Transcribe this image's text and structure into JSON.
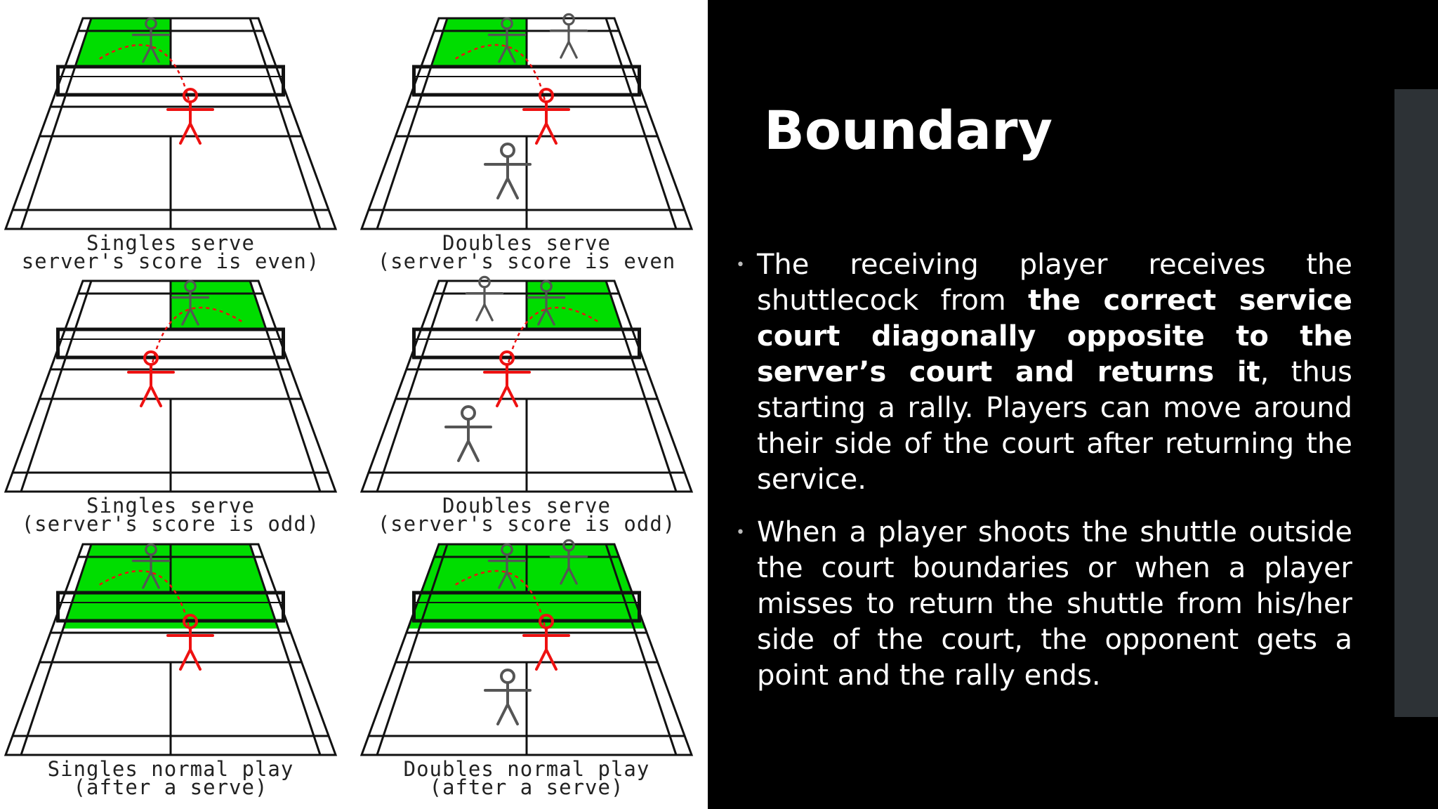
{
  "slide": {
    "title": "Boundary",
    "bullets": [
      {
        "parts": [
          {
            "text": "The receiving player receives the shuttlecock from ",
            "bold": false
          },
          {
            "text": "the correct service court diagonally opposite to the server’s court and returns it",
            "bold": true
          },
          {
            "text": ", thus starting a rally. Players can move around their side of the court after returning the service.",
            "bold": false
          }
        ]
      },
      {
        "parts": [
          {
            "text": "When a player shoots the shuttle outside the court boundaries or when a player misses to return the shuttle from his/her side of the court, the opponent gets a point and the rally ends.",
            "bold": false
          }
        ]
      }
    ]
  },
  "diagram": {
    "courts": [
      {
        "line1": "Singles serve",
        "line2": "server's score is even)",
        "highlight": "left-service",
        "receivers": 1,
        "partner": false
      },
      {
        "line1": "Doubles serve",
        "line2": "(server's score is even",
        "highlight": "left-service",
        "receivers": 2,
        "partner": true
      },
      {
        "line1": "Singles serve",
        "line2": "(server's score is odd)",
        "highlight": "right-service",
        "receivers": 1,
        "partner": false
      },
      {
        "line1": "Doubles serve",
        "line2": "(server's score is odd)",
        "highlight": "right-service",
        "receivers": 2,
        "partner": true
      },
      {
        "line1": "Singles normal play",
        "line2": "(after a serve)",
        "highlight": "full-singles",
        "receivers": 1,
        "partner": false
      },
      {
        "line1": "Doubles normal play",
        "line2": "(after a serve)",
        "highlight": "full-doubles",
        "receivers": 2,
        "partner": true
      }
    ],
    "colors": {
      "highlight": "#00dd00",
      "server": "#ee1111",
      "lines": "#111111",
      "figure": "#555555"
    }
  }
}
